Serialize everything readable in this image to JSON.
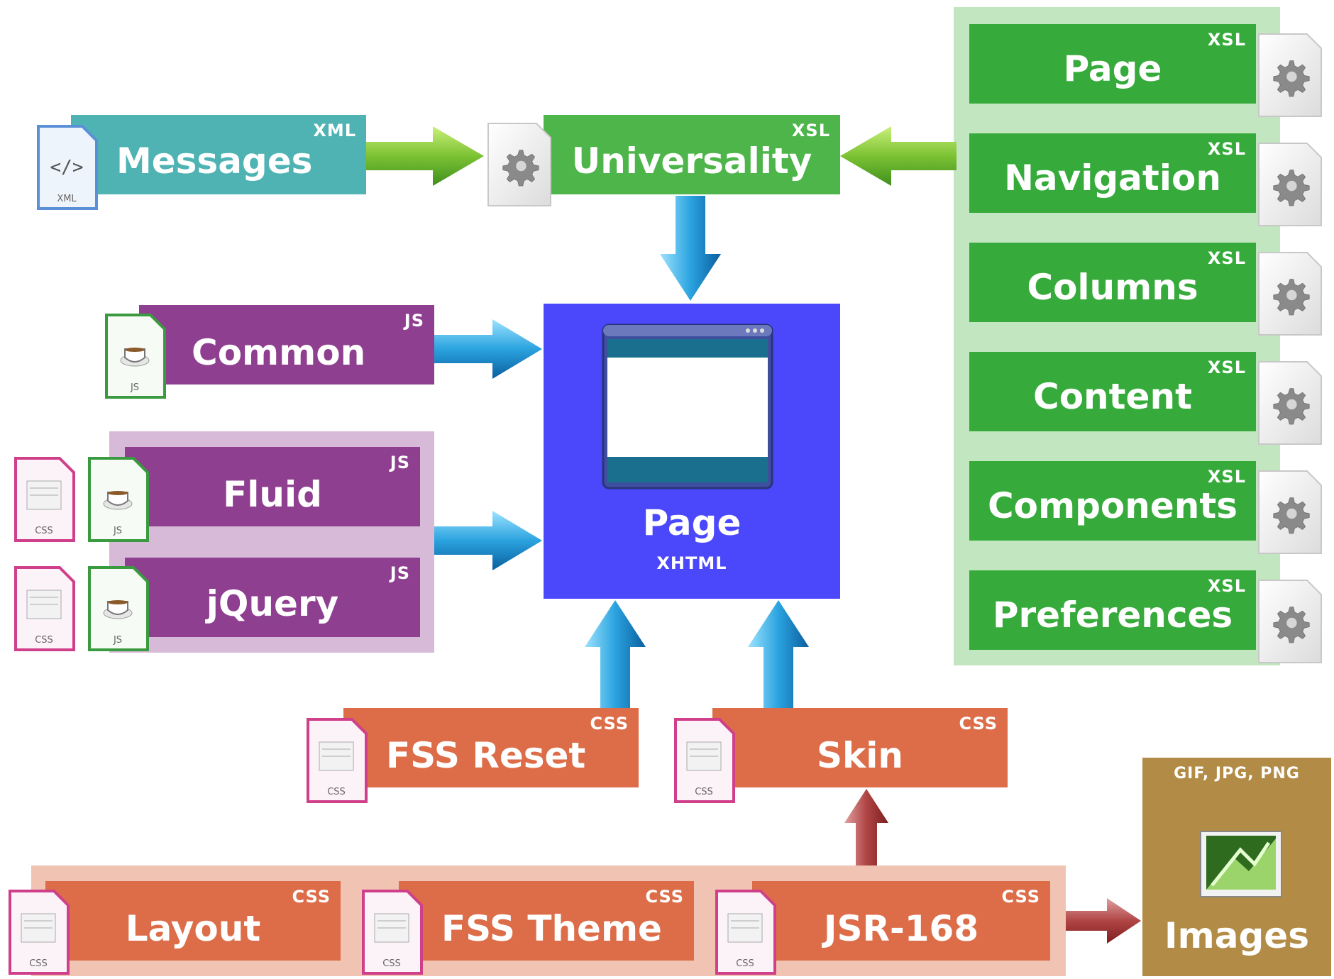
{
  "colors": {
    "xsl_green": "#36ab3b",
    "universality_green": "#4db54a",
    "xml_teal": "#4fb3b4",
    "js_purple": "#8e3f8f",
    "css_orange": "#dc6d48",
    "page_blue": "#4a48fa",
    "images_gold": "#b28c47"
  },
  "messages": {
    "label": "Messages",
    "tag": "XML",
    "file_icon_text": "XML"
  },
  "universality": {
    "label": "Universality",
    "tag": "XSL"
  },
  "xsl_stack": [
    {
      "label": "Page",
      "tag": "XSL"
    },
    {
      "label": "Navigation",
      "tag": "XSL"
    },
    {
      "label": "Columns",
      "tag": "XSL"
    },
    {
      "label": "Content",
      "tag": "XSL"
    },
    {
      "label": "Components",
      "tag": "XSL"
    },
    {
      "label": "Preferences",
      "tag": "XSL"
    }
  ],
  "common": {
    "label": "Common",
    "tag": "JS",
    "file_icon_text": "JS"
  },
  "fluid": {
    "label": "Fluid",
    "tag": "JS",
    "css_icon_text": "CSS",
    "js_icon_text": "JS"
  },
  "jquery": {
    "label": "jQuery",
    "tag": "JS",
    "css_icon_text": "CSS",
    "js_icon_text": "JS"
  },
  "page": {
    "label": "Page",
    "sublabel": "XHTML"
  },
  "fss_reset": {
    "label": "FSS Reset",
    "tag": "CSS",
    "file_icon_text": "CSS"
  },
  "skin": {
    "label": "Skin",
    "tag": "CSS",
    "file_icon_text": "CSS"
  },
  "layout": {
    "label": "Layout",
    "tag": "CSS",
    "file_icon_text": "CSS"
  },
  "fss_theme": {
    "label": "FSS Theme",
    "tag": "CSS",
    "file_icon_text": "CSS"
  },
  "jsr168": {
    "label": "JSR-168",
    "tag": "CSS",
    "file_icon_text": "CSS"
  },
  "images": {
    "label": "Images",
    "tag": "GIF, JPG, PNG"
  }
}
